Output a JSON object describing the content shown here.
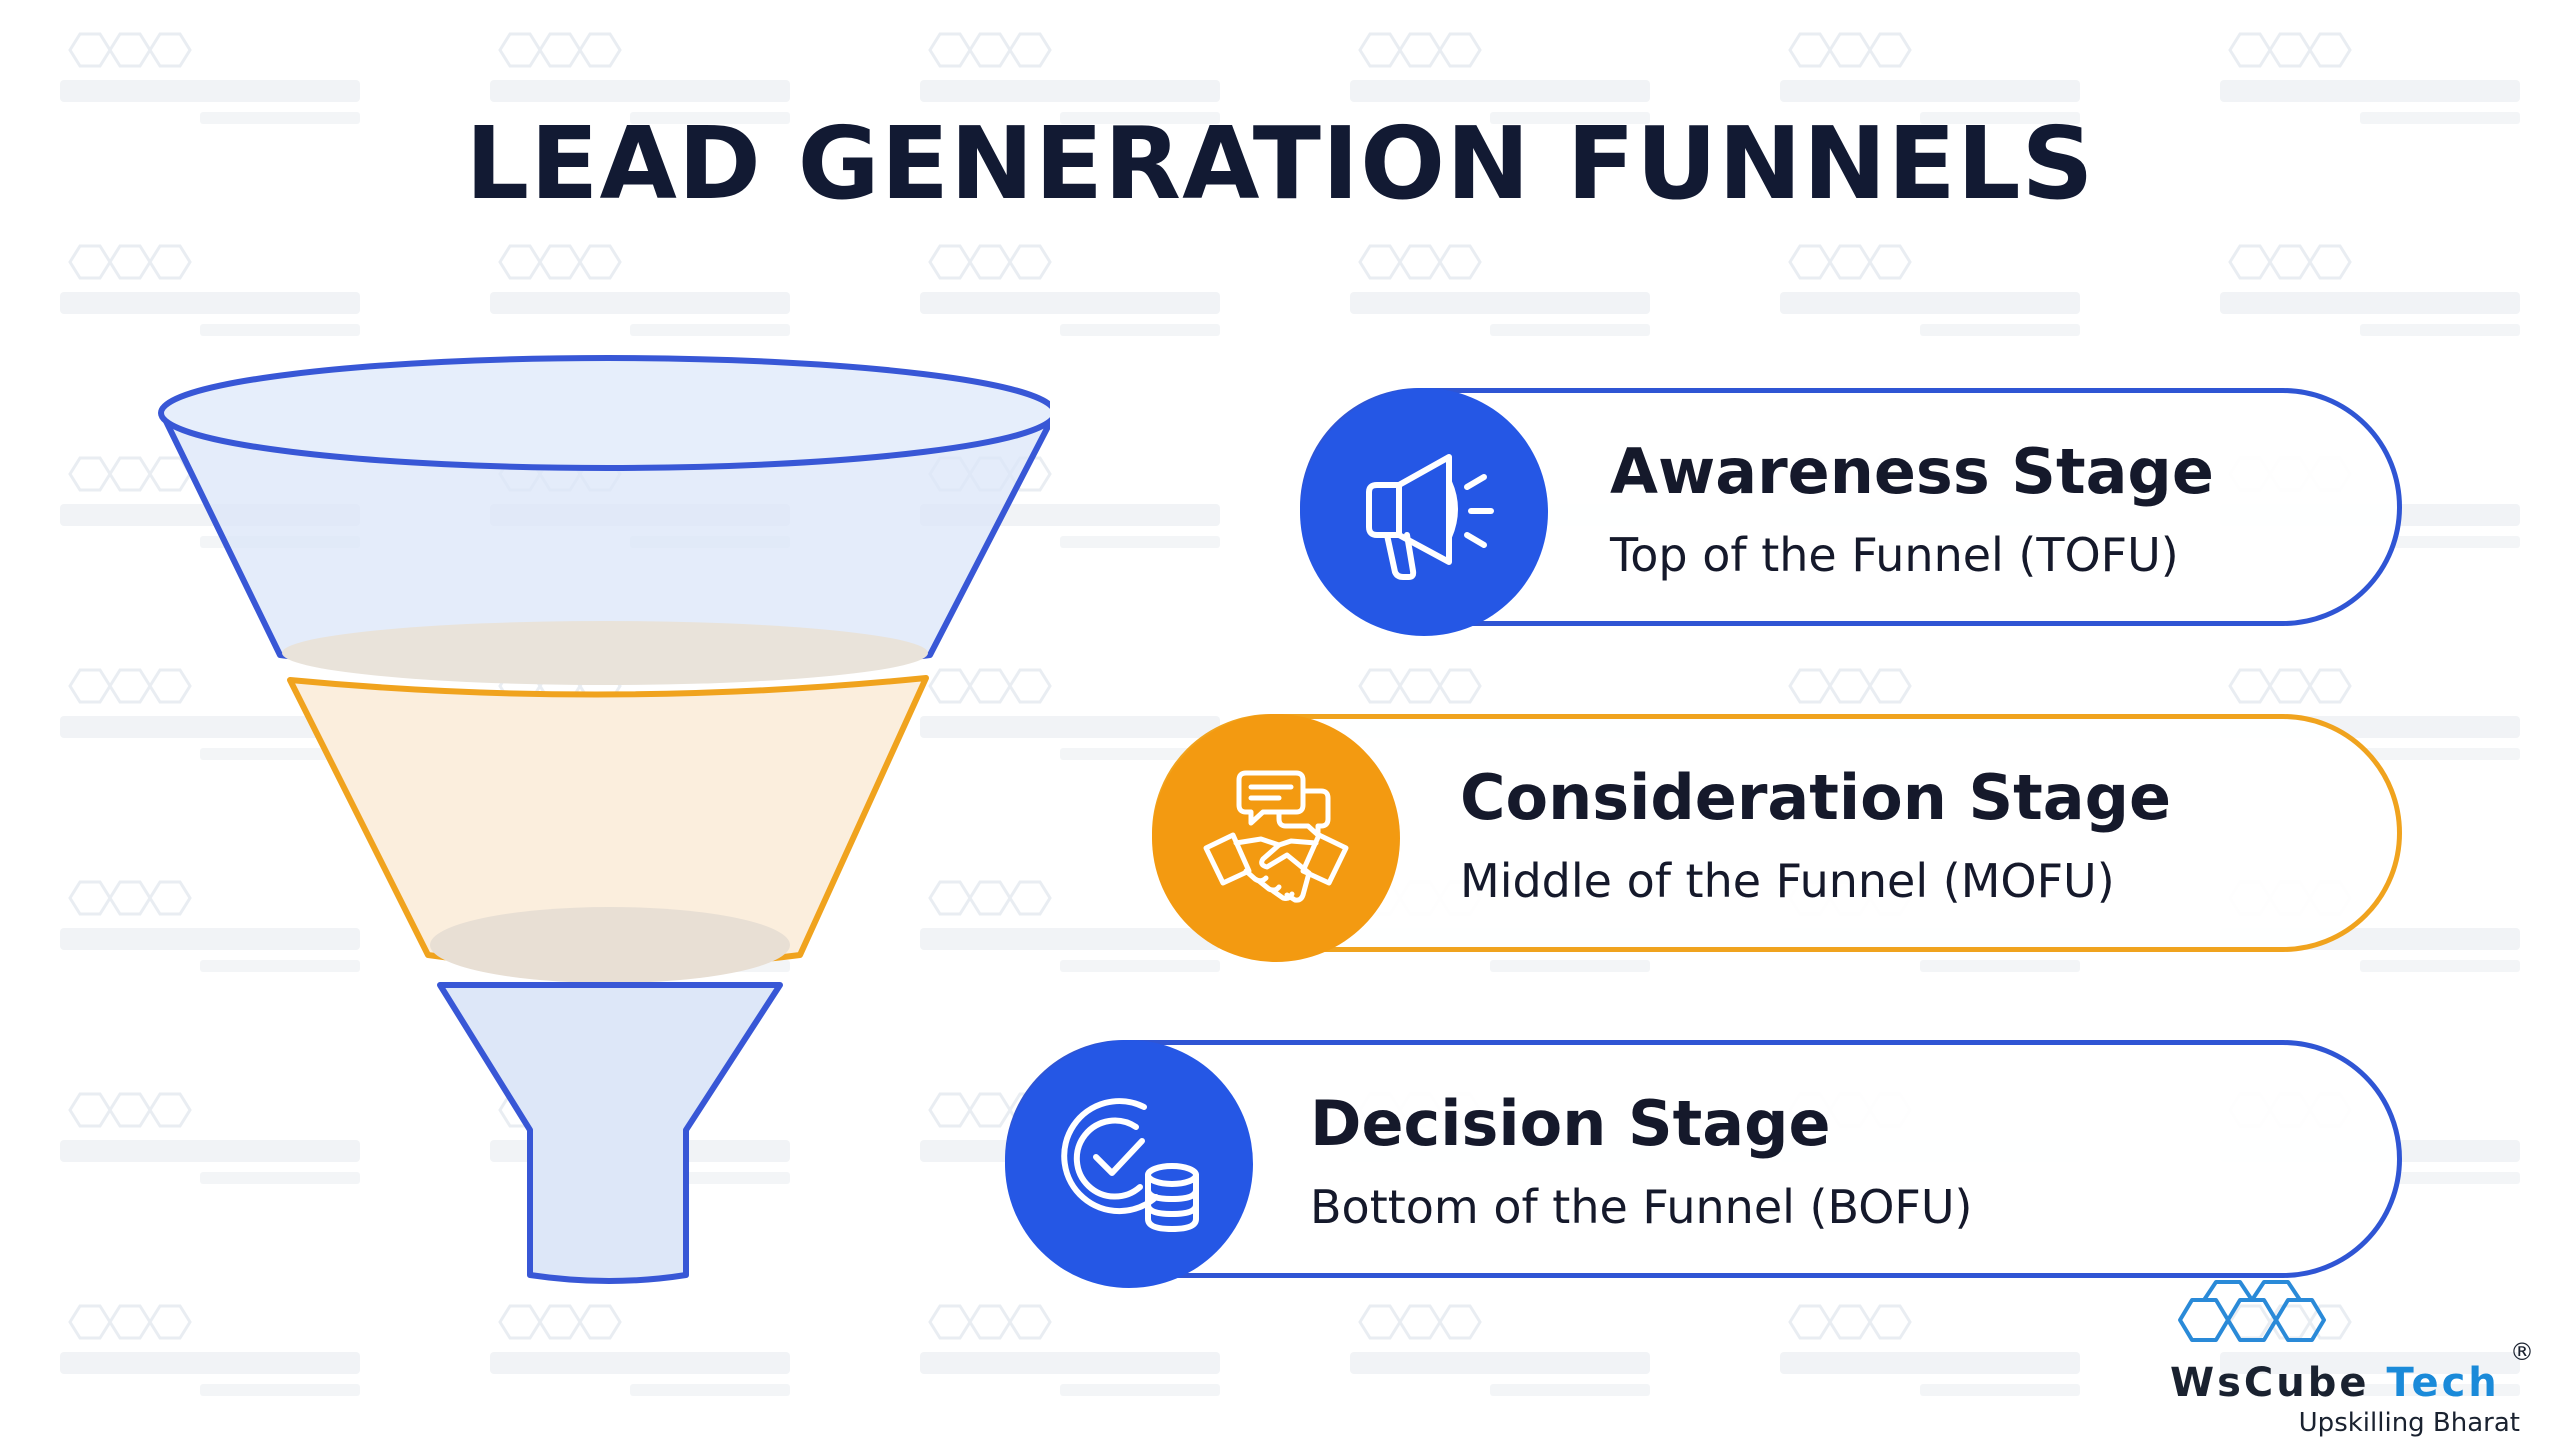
{
  "title": "LEAD GENERATION FUNNELS",
  "colors": {
    "blue": "#2557e5",
    "orange": "#f39a11",
    "title": "#121a33"
  },
  "stages": [
    {
      "title": "Awareness Stage",
      "subtitle": "Top of the Funnel (TOFU)",
      "icon": "megaphone-icon",
      "color": "blue"
    },
    {
      "title": "Consideration Stage",
      "subtitle": "Middle of the Funnel (MOFU)",
      "icon": "chat-handshake-icon",
      "color": "orange"
    },
    {
      "title": "Decision Stage",
      "subtitle": "Bottom of the Funnel (BOFU)",
      "icon": "check-coins-icon",
      "color": "blue"
    }
  ],
  "logo": {
    "brand_main": "WsCube",
    "brand_accent": "Tech",
    "registered": "®",
    "tagline": "Upskilling Bharat"
  }
}
